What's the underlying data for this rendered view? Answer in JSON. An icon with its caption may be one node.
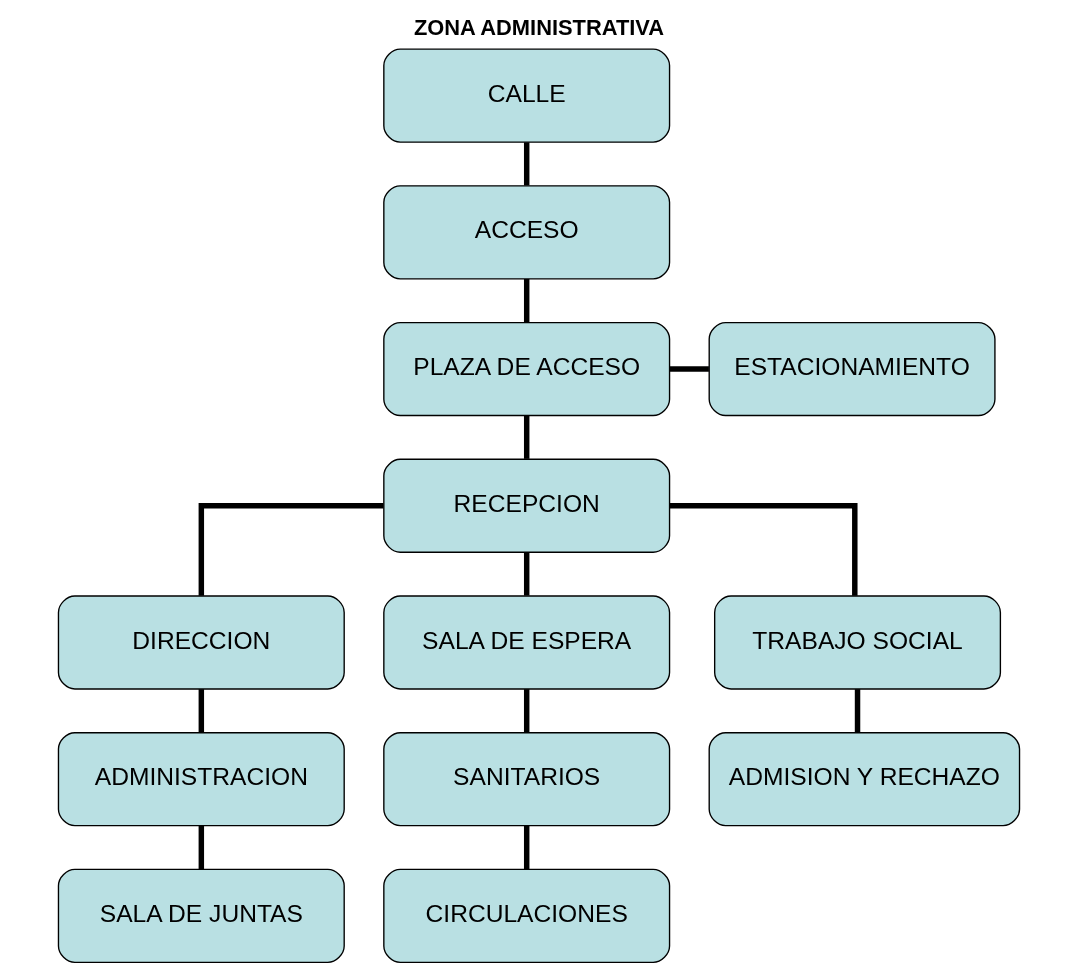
{
  "diagram": {
    "title": "ZONA ADMINISTRATIVA",
    "nodes": [
      {
        "text": [
          "CALLE"
        ]
      },
      {
        "text": [
          "ACCESO"
        ]
      },
      {
        "text": [
          "PLAZA DE ACCESO"
        ]
      },
      {
        "text": [
          "ESTACIONAMIENTO"
        ]
      },
      {
        "text": [
          "RECEPCION"
        ]
      },
      {
        "text": [
          "DIRECCION"
        ]
      },
      {
        "text": [
          "SALA DE ESPERA"
        ]
      },
      {
        "text": [
          "TRABAJO SOCIAL"
        ]
      },
      {
        "text": [
          "ADMINISTRACION"
        ]
      },
      {
        "text": [
          "SANITARIOS"
        ]
      },
      {
        "text": [
          "ADMISION Y RECHAZO"
        ]
      },
      {
        "text": [
          "SALA DE JUNTAS"
        ]
      },
      {
        "text": [
          "CIRCULACIONES"
        ]
      }
    ],
    "edges": [
      {
        "from": 0,
        "to": 1,
        "arrow": "none"
      },
      {
        "from": 1,
        "to": 2,
        "arrow": "none"
      },
      {
        "from": 2,
        "to": 3,
        "arrow": "none"
      },
      {
        "from": 2,
        "to": 4,
        "arrow": "none"
      },
      {
        "from": 4,
        "to": 5,
        "arrow": "none"
      },
      {
        "from": 4,
        "to": 6,
        "arrow": "none"
      },
      {
        "from": 4,
        "to": 7,
        "arrow": "none"
      },
      {
        "from": 5,
        "to": 8,
        "arrow": "none"
      },
      {
        "from": 6,
        "to": 9,
        "arrow": "none"
      },
      {
        "from": 7,
        "to": 10,
        "arrow": "none"
      },
      {
        "from": 8,
        "to": 11,
        "arrow": "none"
      },
      {
        "from": 9,
        "to": 12,
        "arrow": "none"
      }
    ]
  }
}
